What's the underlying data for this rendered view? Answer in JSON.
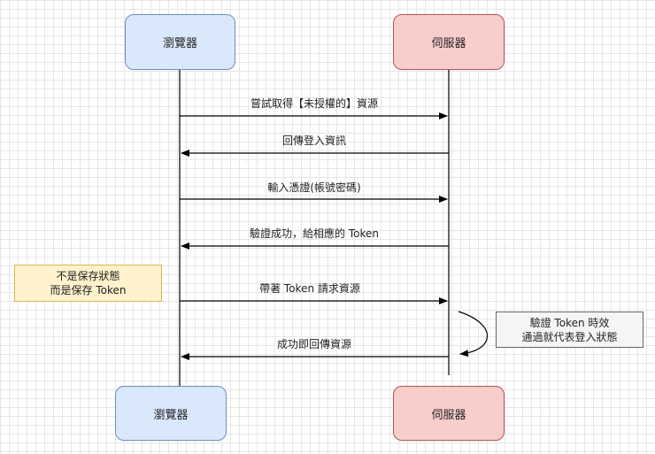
{
  "participants": {
    "browser": "瀏覽器",
    "server": "伺服器"
  },
  "messages": [
    {
      "label": "嘗試取得【未授權的】資源",
      "direction": "right"
    },
    {
      "label": "回傳登入資訊",
      "direction": "left"
    },
    {
      "label": "輸入憑證(帳號密碼)",
      "direction": "right"
    },
    {
      "label": "驗證成功，給相應的 Token",
      "direction": "left"
    },
    {
      "label": "帶著 Token 請求資源",
      "direction": "right"
    },
    {
      "label": "成功即回傳資源",
      "direction": "left"
    }
  ],
  "notes": {
    "client_note": [
      "不是保存狀態",
      "而是保存 Token"
    ],
    "server_note": [
      "驗證 Token 時效",
      "通過就代表登入狀態"
    ]
  },
  "colors": {
    "browser_fill": "#dae8fc",
    "browser_stroke": "#6c8ebf",
    "server_fill": "#f8cecc",
    "server_stroke": "#b85450",
    "note_yellow_fill": "#fff2cc",
    "note_yellow_stroke": "#d6b656",
    "note_gray_fill": "#f5f5f5",
    "note_gray_stroke": "#666666"
  }
}
